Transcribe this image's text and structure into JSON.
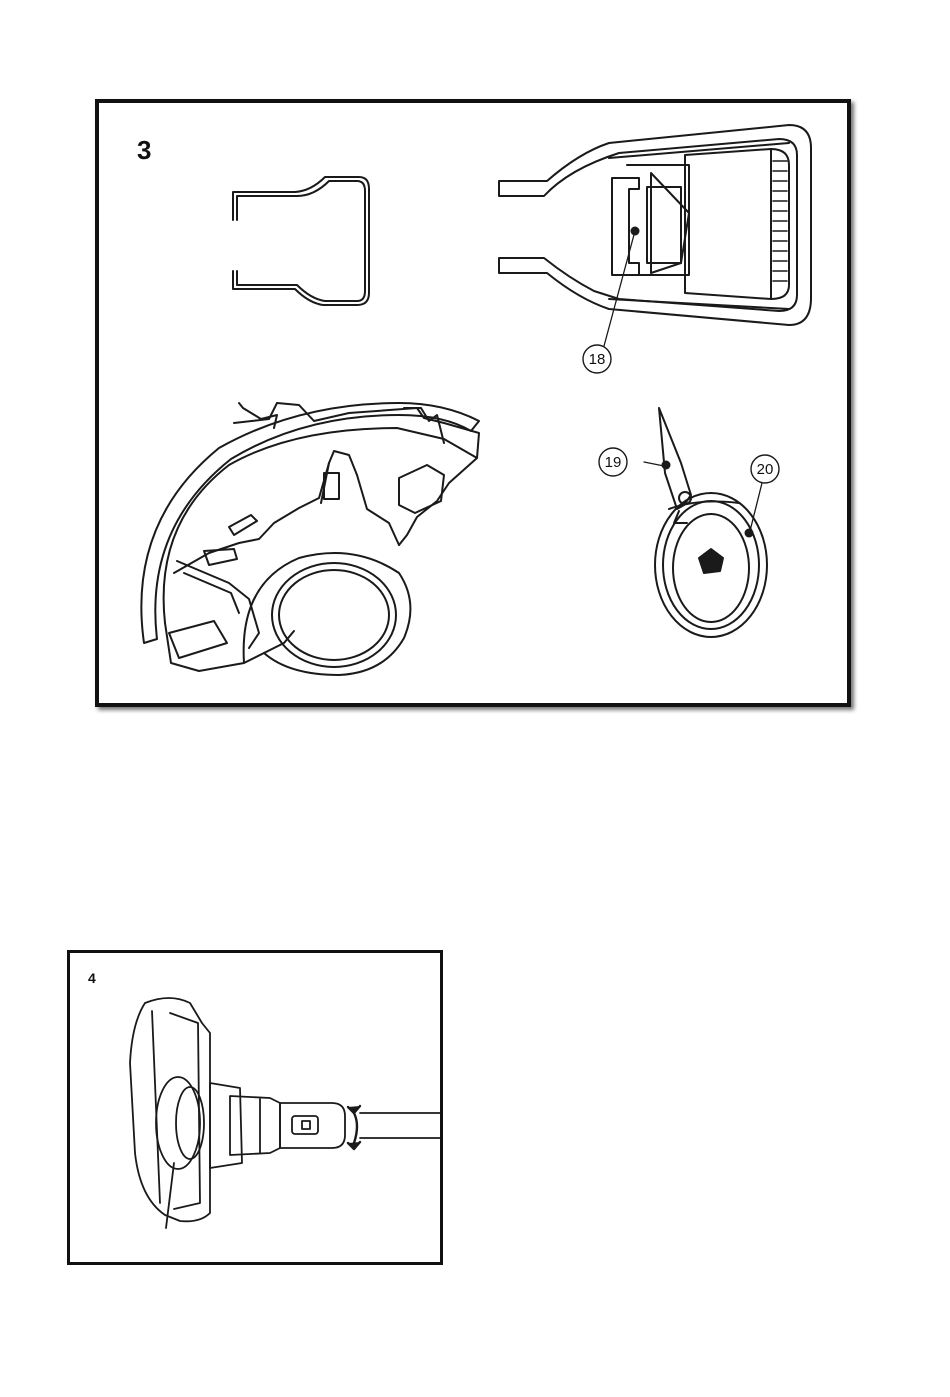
{
  "figure3": {
    "number": "3",
    "callouts": {
      "c18": "18",
      "c19": "19",
      "c20": "20"
    }
  },
  "figure4": {
    "number": "4"
  }
}
